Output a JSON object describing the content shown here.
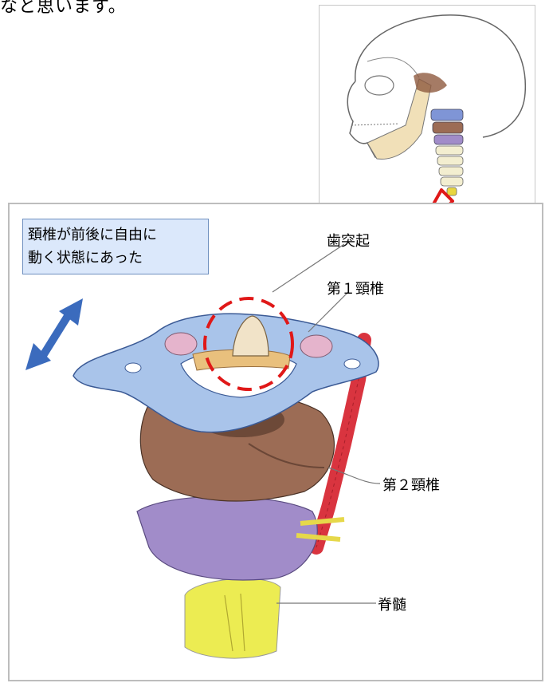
{
  "top_text": "なと思います。",
  "note": {
    "line1": "頚椎が前後に自由に",
    "line2": "動く状態にあった"
  },
  "labels": {
    "dens": "歯突起",
    "c1": "第１頸椎",
    "c2": "第２頸椎",
    "spinal_cord": "脊髄"
  },
  "colors": {
    "atlas_blue": "#a9c4ea",
    "axis_brown": "#9c6c55",
    "purple": "#a18cc9",
    "yellow": "#ecec52",
    "artery_red": "#d9343f",
    "arrow_blue": "#3b6bbd",
    "dashed_red": "#e01818",
    "hollow_arrow_red": "#e01818",
    "note_bg": "#dbe8fb"
  }
}
